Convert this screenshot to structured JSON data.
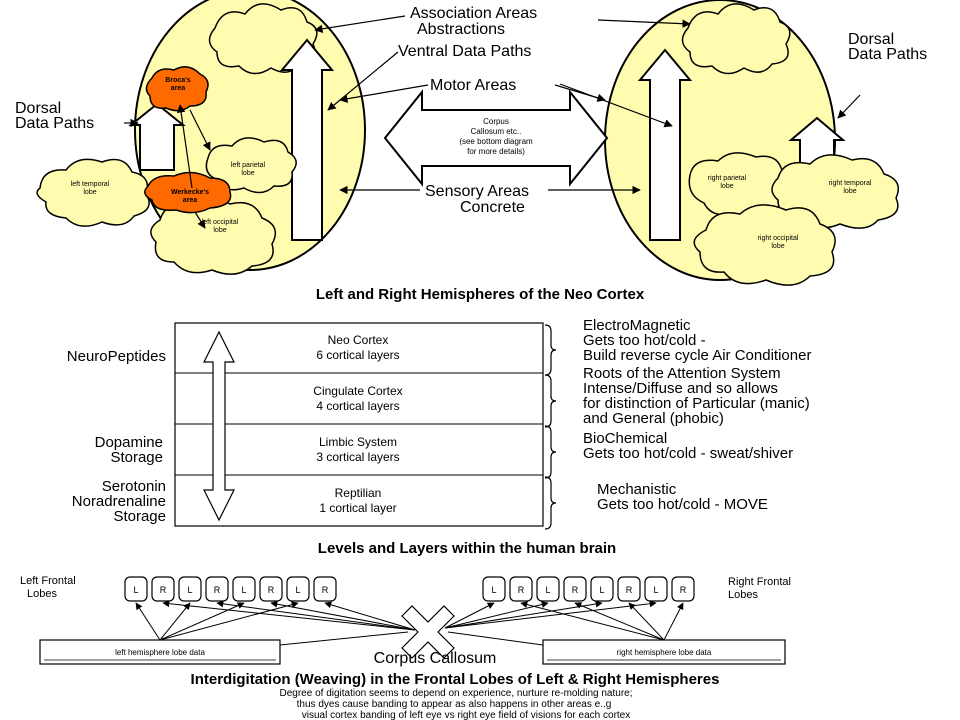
{
  "hemispheres": {
    "top_labels": {
      "association_areas": "Association Areas",
      "abstractions": "Abstractions",
      "ventral_data_paths": "Ventral Data Paths",
      "motor_areas": "Motor Areas",
      "sensory_areas": "Sensory Areas",
      "concrete": "Concrete",
      "dorsal_left_1": "Dorsal",
      "dorsal_left_2": "Data Paths",
      "dorsal_right_1": "Dorsal",
      "dorsal_right_2": "Data Paths"
    },
    "corpus_box": [
      "Corpus",
      "Callosum etc..",
      "(see bottom diagram",
      "for more details)"
    ],
    "left_lobes": {
      "broca_1": "Broca's",
      "broca_2": "area",
      "parietal_1": "left parietal",
      "parietal_2": "lobe",
      "temporal_1": "left temporal",
      "temporal_2": "lobe",
      "wernicke_1": "Werkecke's",
      "wernicke_2": "area",
      "occipital_1": "left occipital",
      "occipital_2": "lobe"
    },
    "right_lobes": {
      "parietal_1": "right parietal",
      "parietal_2": "lobe",
      "temporal_1": "right temporal",
      "temporal_2": "lobe",
      "occipital_1": "right occipital",
      "occipital_2": "lobe"
    },
    "caption": "Left and Right Hemispheres of the Neo Cortex"
  },
  "layers": {
    "left_notes": {
      "neuropeptides": "NeuroPeptides",
      "dopamine_1": "Dopamine",
      "dopamine_2": "Storage",
      "serotonin_1": "Serotonin",
      "serotonin_2": "Noradrenaline",
      "serotonin_3": "Storage"
    },
    "rows": [
      {
        "name": "Neo Cortex",
        "detail": "6 cortical layers"
      },
      {
        "name": "Cingulate Cortex",
        "detail": "4 cortical layers"
      },
      {
        "name": "Limbic System",
        "detail": "3 cortical  layers"
      },
      {
        "name": "Reptilian",
        "detail": "1 cortical layer"
      }
    ],
    "right_notes": [
      [
        "ElectroMagnetic",
        "Gets too hot/cold -",
        "Build reverse cycle Air Conditioner"
      ],
      [
        "Roots of the Attention System",
        "Intense/Diffuse and so allows",
        "for distinction of Particular (manic)",
        "and General (phobic)"
      ],
      [
        "BioChemical",
        "Gets too hot/cold -  sweat/shiver"
      ],
      [
        "Mechanistic",
        "Gets too hot/cold - MOVE"
      ]
    ],
    "caption": "Levels and Layers within the human brain"
  },
  "frontal": {
    "left_label_1": "Left Frontal",
    "left_label_2": "Lobes",
    "right_label_1": "Right Frontal",
    "right_label_2": "Lobes",
    "left_cells": [
      "L",
      "R",
      "L",
      "R",
      "L",
      "R",
      "L",
      "R"
    ],
    "right_cells": [
      "L",
      "R",
      "L",
      "R",
      "L",
      "R",
      "L",
      "R"
    ],
    "left_data_box": "left hemisphere lobe data",
    "right_data_box": "right hemisphere lobe data",
    "corpus": "Corpus Callosum",
    "caption": "Interdigitation (Weaving) in the Frontal Lobes of Left & Right Hemispheres",
    "notes": [
      "Degree of digitation seems to depend on experience, nurture re-molding nature;",
      "thus dyes cause banding to appear as also happens in other areas e..g",
      "visual cortex banding of left eye vs right eye field of visions for each cortex"
    ]
  },
  "colors": {
    "hemisphere_fill": "#fffcb0",
    "lobe_fill": "#fffcb0",
    "speech_area_fill": "#ff6a00"
  }
}
